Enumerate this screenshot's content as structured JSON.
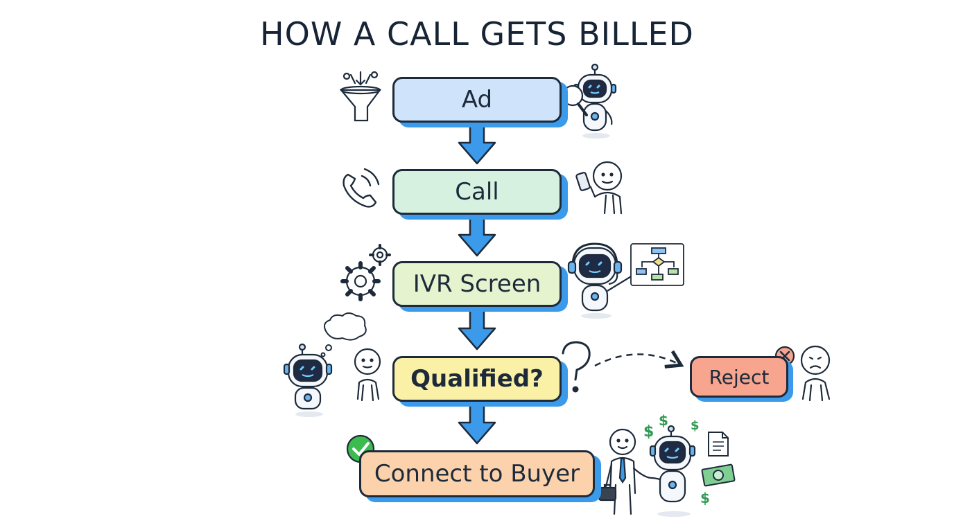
{
  "title": "HOW A CALL GETS BILLED",
  "steps": {
    "ad": "Ad",
    "call": "Call",
    "ivr": "IVR Screen",
    "qualified": "Qualified?",
    "connect": "Connect to Buyer",
    "reject": "Reject"
  },
  "icons": {
    "funnel": "funnel-icon",
    "phone": "phone-icon",
    "gears": "gears-icon",
    "robot": "robot-icon",
    "person": "person-icon",
    "check": "check-icon",
    "cross": "x-icon",
    "dollar": "dollar-icon",
    "document": "document-icon",
    "flowchart": "flowchart-icon"
  },
  "colors": {
    "arrow": "#3b9bea",
    "ad": "#cfe3fb",
    "call": "#d6f1df",
    "ivr": "#e6f3cf",
    "qualified": "#faf0a6",
    "connect": "#fbd2ac",
    "reject": "#f7a58f",
    "check": "#3cbb4f",
    "dollar": "#2e9a52"
  }
}
